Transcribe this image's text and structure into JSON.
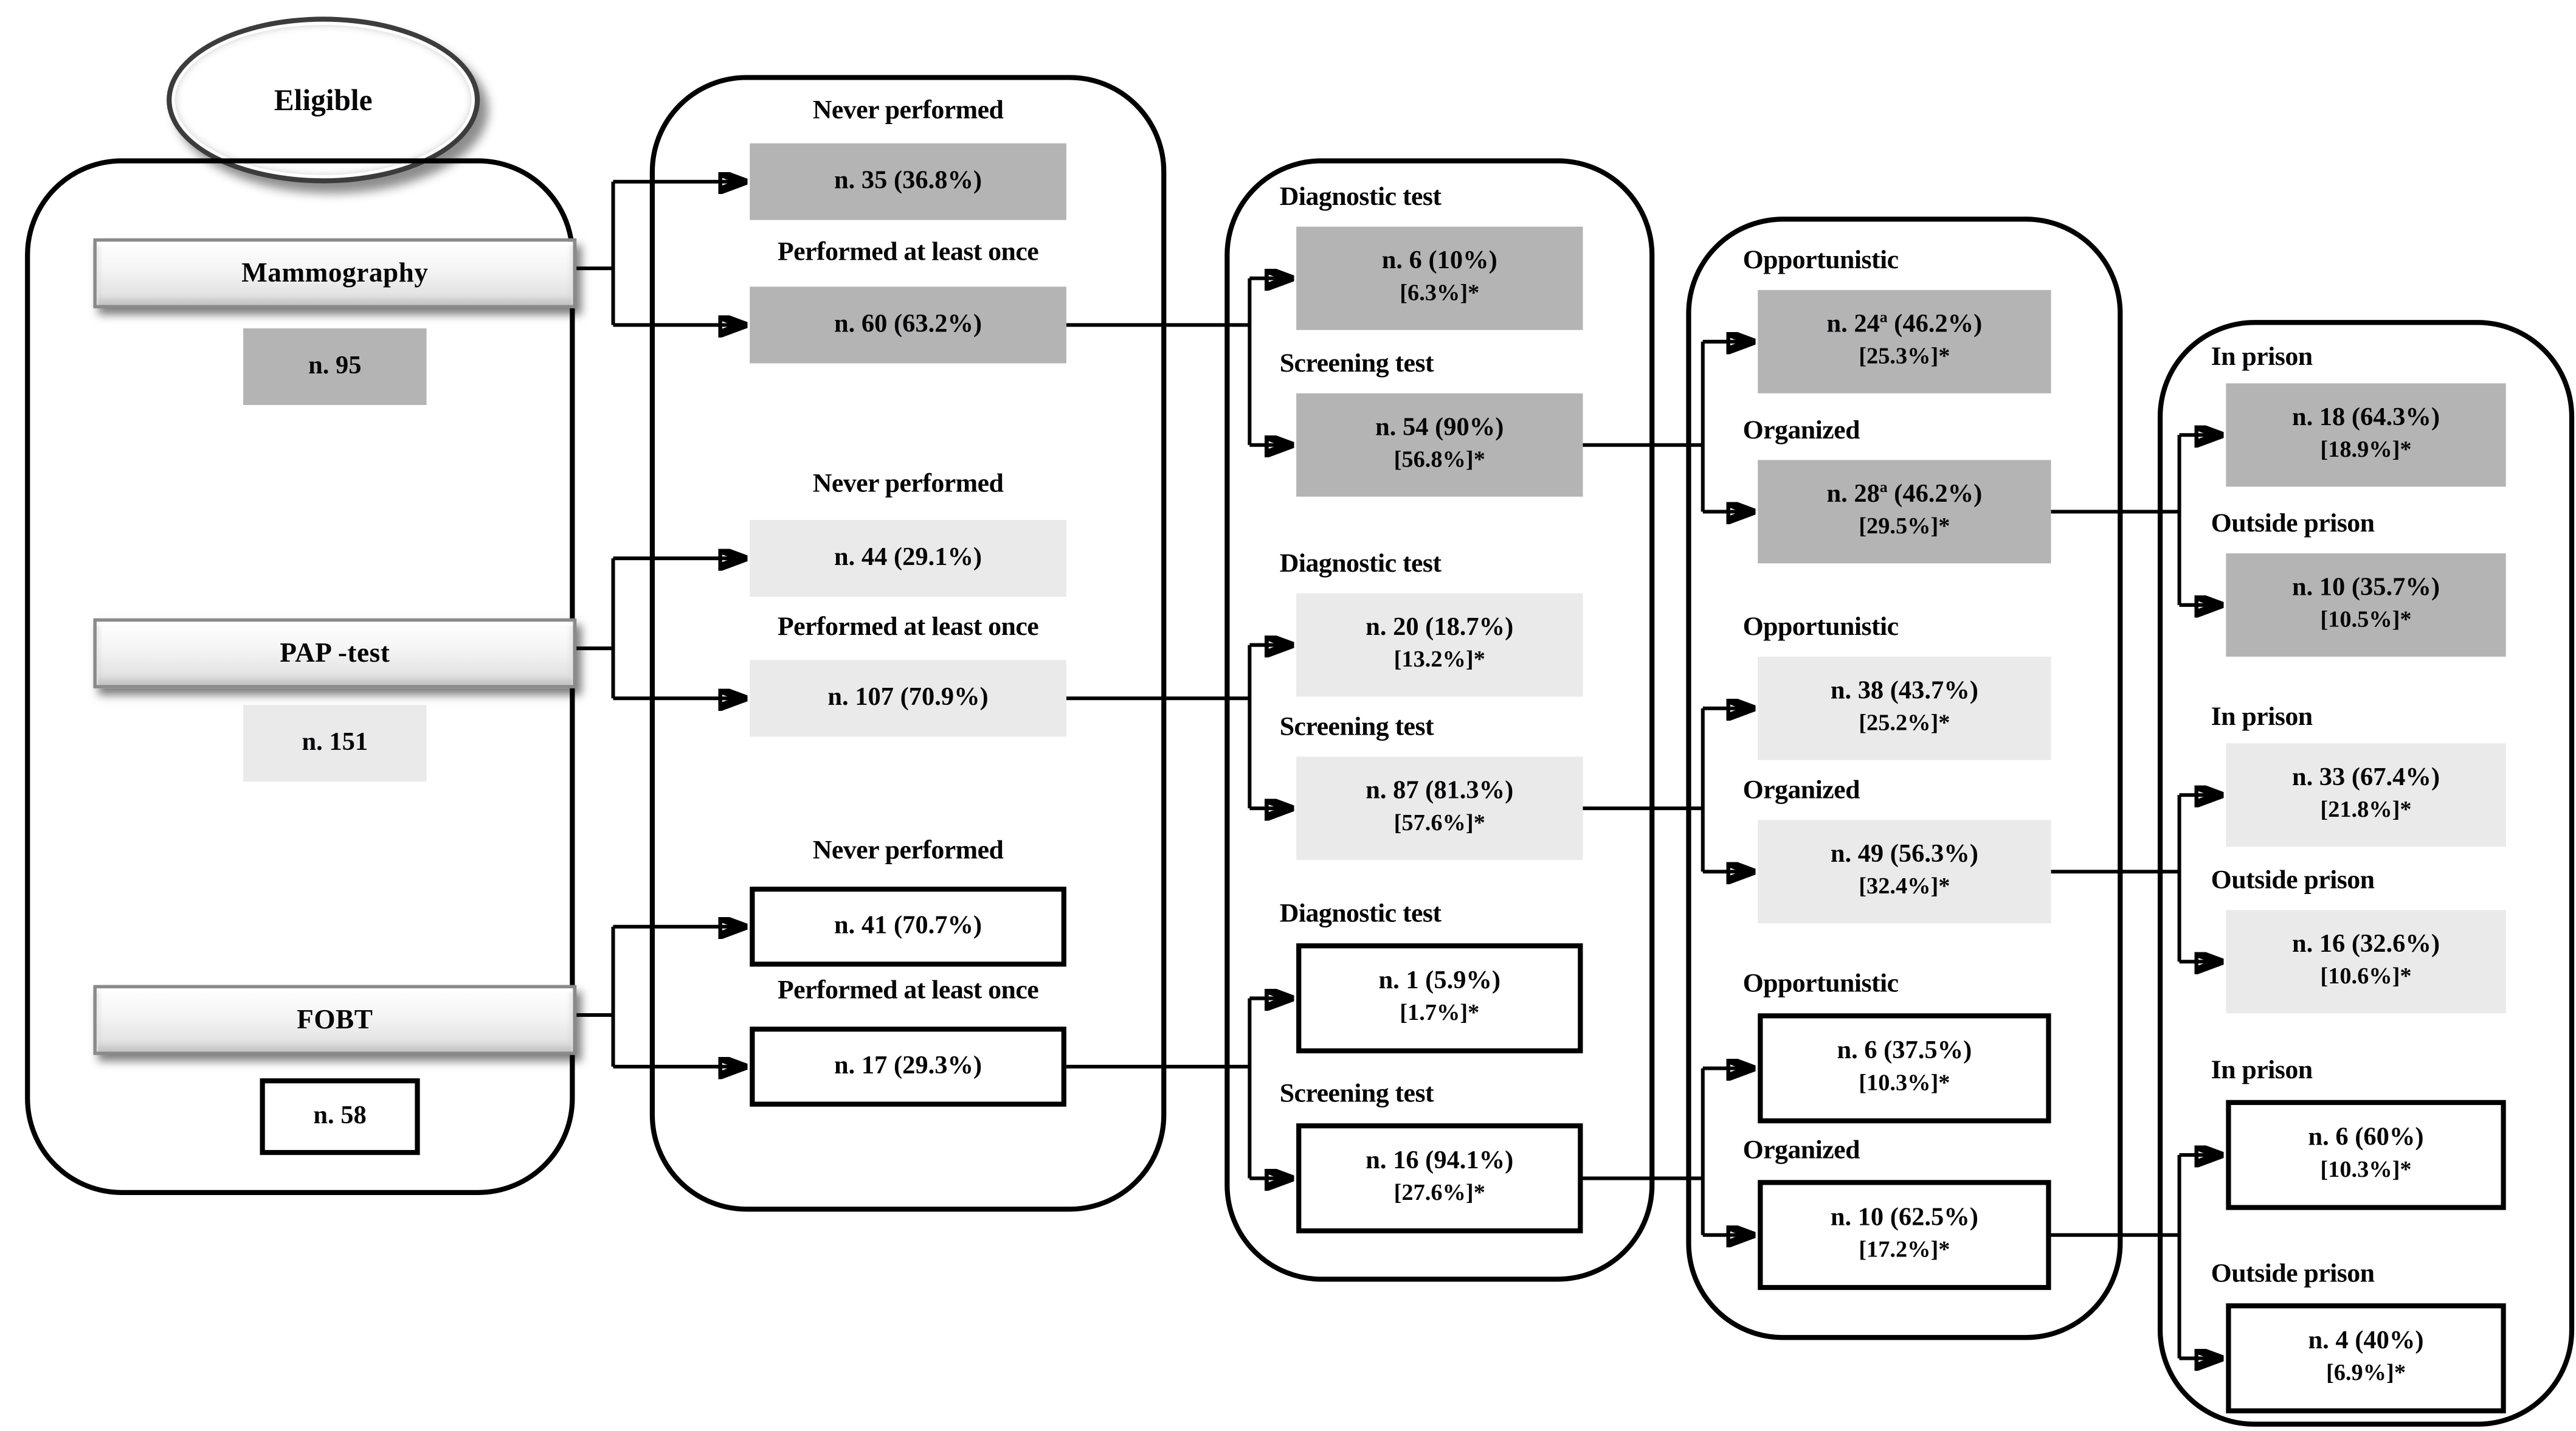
{
  "eligible": "Eligible",
  "colors": {
    "mammography_path_fill": "#b4b4b4",
    "pap_path_fill": "#eaeaea",
    "fobt_path_fill": "#ffffff",
    "line": "#000000",
    "text": "#060608"
  },
  "tests": [
    {
      "button": "Mammography",
      "total": "n. 95"
    },
    {
      "button": "PAP -test",
      "total": "n. 151"
    },
    {
      "button": "FOBT",
      "total": "n. 58"
    }
  ],
  "performed": [
    {
      "label": "Never performed",
      "value": "n. 35 (36.8%)"
    },
    {
      "label": "Performed at least once",
      "value": "n. 60 (63.2%)"
    },
    {
      "label": "Never performed",
      "value": "n. 44 (29.1%)"
    },
    {
      "label": "Performed at least once",
      "value": "n. 107 (70.9%)"
    },
    {
      "label": "Never performed",
      "value": "n. 41 (70.7%)"
    },
    {
      "label": "Performed at least once",
      "value": "n. 17 (29.3%)"
    }
  ],
  "test_type": [
    {
      "label": "Diagnostic test",
      "line1": "n. 6 (10%)",
      "line2": "[6.3%]*"
    },
    {
      "label": "Screening test",
      "line1": "n. 54 (90%)",
      "line2": "[56.8%]*"
    },
    {
      "label": "Diagnostic test",
      "line1": "n. 20 (18.7%)",
      "line2": "[13.2%]*"
    },
    {
      "label": "Screening test",
      "line1": "n. 87 (81.3%)",
      "line2": "[57.6%]*"
    },
    {
      "label": "Diagnostic test",
      "line1": "n. 1 (5.9%)",
      "line2": "[1.7%]*"
    },
    {
      "label": "Screening test",
      "line1": "n. 16 (94.1%)",
      "line2": "[27.6%]*"
    }
  ],
  "setting": [
    {
      "label": "Opportunistic",
      "line1": "n. 24ª (46.2%)",
      "line2": "[25.3%]*"
    },
    {
      "label": "Organized",
      "line1": "n. 28ª (46.2%)",
      "line2": "[29.5%]*"
    },
    {
      "label": "Opportunistic",
      "line1": "n. 38 (43.7%)",
      "line2": "[25.2%]*"
    },
    {
      "label": "Organized",
      "line1": "n. 49 (56.3%)",
      "line2": "[32.4%]*"
    },
    {
      "label": "Opportunistic",
      "line1": "n. 6 (37.5%)",
      "line2": "[10.3%]*"
    },
    {
      "label": "Organized",
      "line1": "n. 10 (62.5%)",
      "line2": "[17.2%]*"
    }
  ],
  "location": [
    {
      "label": "In prison",
      "line1": "n. 18 (64.3%)",
      "line2": "[18.9%]*"
    },
    {
      "label": "Outside prison",
      "line1": "n. 10 (35.7%)",
      "line2": "[10.5%]*"
    },
    {
      "label": "In prison",
      "line1": "n. 33 (67.4%)",
      "line2": "[21.8%]*"
    },
    {
      "label": "Outside prison",
      "line1": "n. 16 (32.6%)",
      "line2": "[10.6%]*"
    },
    {
      "label": "In prison",
      "line1": "n. 6 (60%)",
      "line2": "[10.3%]*"
    },
    {
      "label": "Outside prison",
      "line1": "n. 4 (40%)",
      "line2": "[6.9%]*"
    }
  ]
}
